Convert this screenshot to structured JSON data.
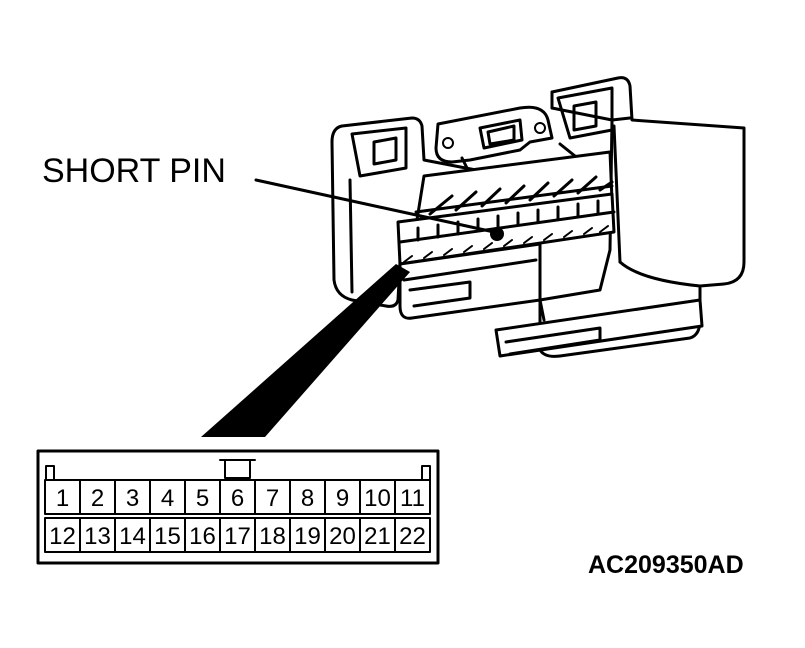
{
  "callout": {
    "label": "SHORT PIN"
  },
  "figure_code": "AC209350AD",
  "connector": {
    "top_row": [
      "1",
      "2",
      "3",
      "4",
      "5",
      "6",
      "7",
      "8",
      "9",
      "10",
      "11"
    ],
    "bottom_row": [
      "12",
      "13",
      "14",
      "15",
      "16",
      "17",
      "18",
      "19",
      "20",
      "21",
      "22"
    ]
  }
}
